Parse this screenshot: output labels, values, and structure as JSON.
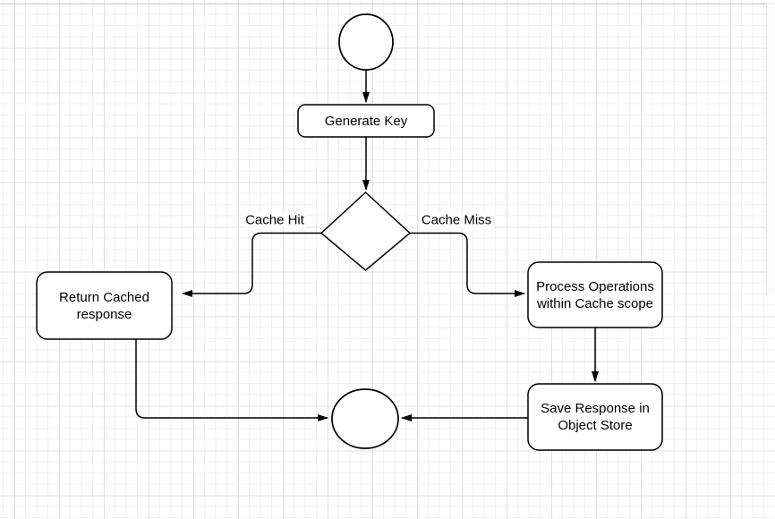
{
  "flowchart": {
    "nodes": [
      {
        "id": "start",
        "shape": "circle",
        "label": ""
      },
      {
        "id": "generate-key",
        "shape": "rounded-rect",
        "label": "Generate Key"
      },
      {
        "id": "decision",
        "shape": "diamond",
        "label": ""
      },
      {
        "id": "return-cached",
        "shape": "rounded-rect",
        "label": "Return Cached\nresponse"
      },
      {
        "id": "process-operations",
        "shape": "rounded-rect",
        "label": "Process Operations\nwithin Cache scope"
      },
      {
        "id": "save-response",
        "shape": "rounded-rect",
        "label": "Save Response in\nObject Store"
      },
      {
        "id": "end",
        "shape": "circle",
        "label": ""
      }
    ],
    "edges": [
      {
        "from": "start",
        "to": "generate-key",
        "label": ""
      },
      {
        "from": "generate-key",
        "to": "decision",
        "label": ""
      },
      {
        "from": "decision",
        "to": "return-cached",
        "label": "Cache Hit"
      },
      {
        "from": "decision",
        "to": "process-operations",
        "label": "Cache Miss"
      },
      {
        "from": "process-operations",
        "to": "save-response",
        "label": ""
      },
      {
        "from": "save-response",
        "to": "end",
        "label": ""
      },
      {
        "from": "return-cached",
        "to": "end",
        "label": ""
      }
    ]
  },
  "colors": {
    "shape_stroke": "#000000",
    "shape_fill": "#ffffff",
    "text": "#000000",
    "background": "#ffffff",
    "grid_minor": "#f2f2f2",
    "grid_major": "#e0e0e0",
    "canvas_top_border": "#d4d4d4"
  }
}
